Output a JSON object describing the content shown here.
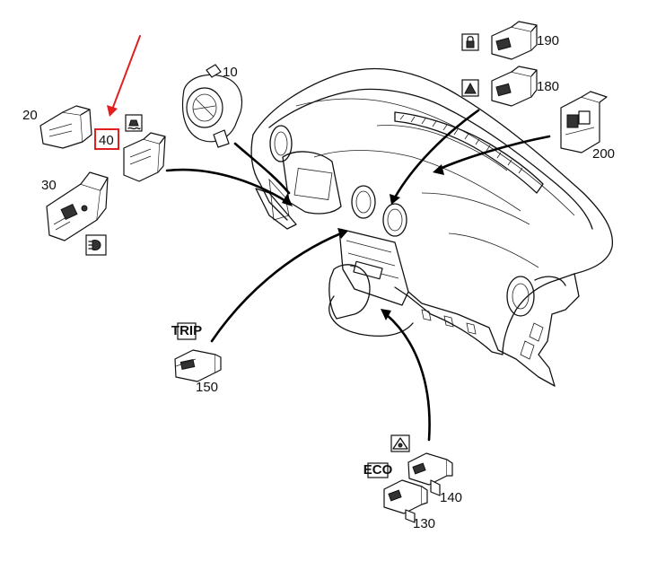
{
  "diagram": {
    "parts": [
      {
        "id": "10",
        "label": "10"
      },
      {
        "id": "20",
        "label": "20"
      },
      {
        "id": "30",
        "label": "30"
      },
      {
        "id": "40",
        "label": "40"
      },
      {
        "id": "130",
        "label": "130"
      },
      {
        "id": "140",
        "label": "140"
      },
      {
        "id": "150",
        "label": "150"
      },
      {
        "id": "180",
        "label": "180"
      },
      {
        "id": "190",
        "label": "190"
      },
      {
        "id": "200",
        "label": "200"
      }
    ],
    "icons": {
      "trip": "TRIP",
      "eco": "ECO"
    },
    "highlight": {
      "part": "40",
      "color": "#e02020"
    }
  }
}
